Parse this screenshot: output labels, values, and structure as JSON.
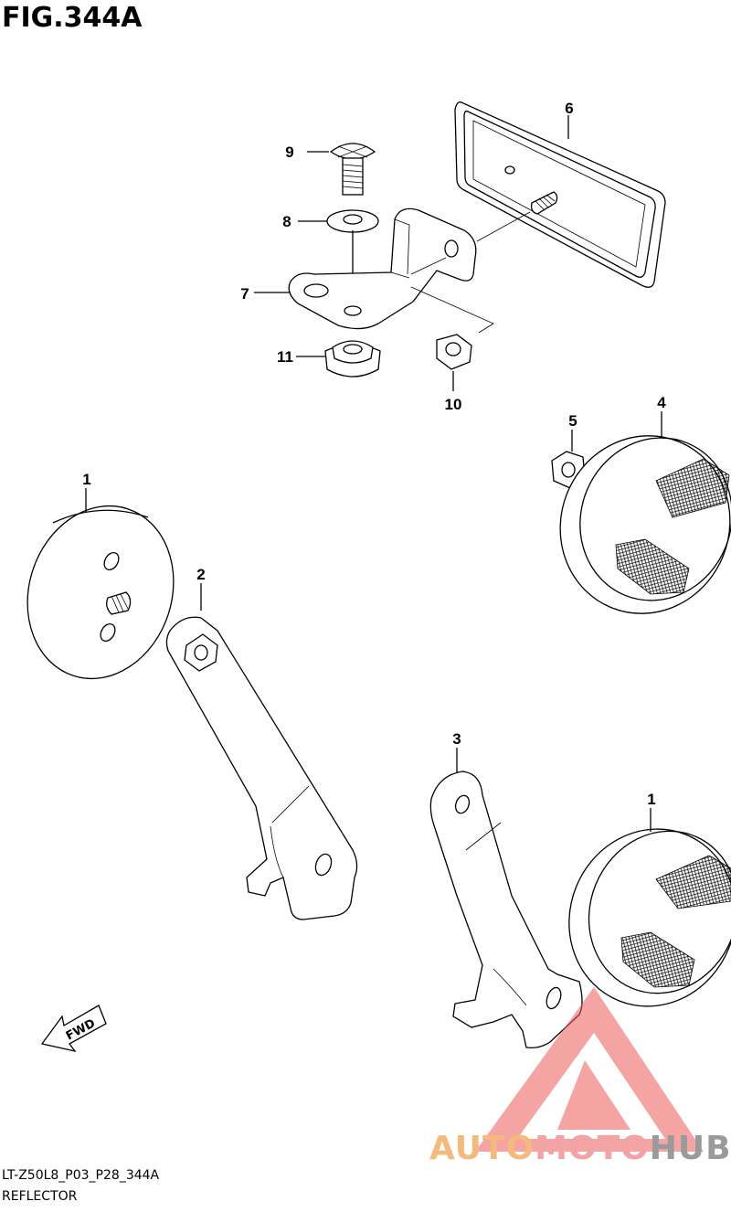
{
  "figure": {
    "title": "FIG.344A"
  },
  "callouts": {
    "c1a": "1",
    "c1b": "1",
    "c2": "2",
    "c3": "3",
    "c4": "4",
    "c5": "5",
    "c6": "6",
    "c7": "7",
    "c8": "8",
    "c9": "9",
    "c10": "10",
    "c11": "11"
  },
  "fwd_label": "FWD",
  "caption": {
    "code": "LT-Z50L8_P03_P28_344A",
    "name": "REFLECTOR"
  },
  "watermark": {
    "part1": "AUTO",
    "part2": "MOTO",
    "part3": "HUB"
  }
}
